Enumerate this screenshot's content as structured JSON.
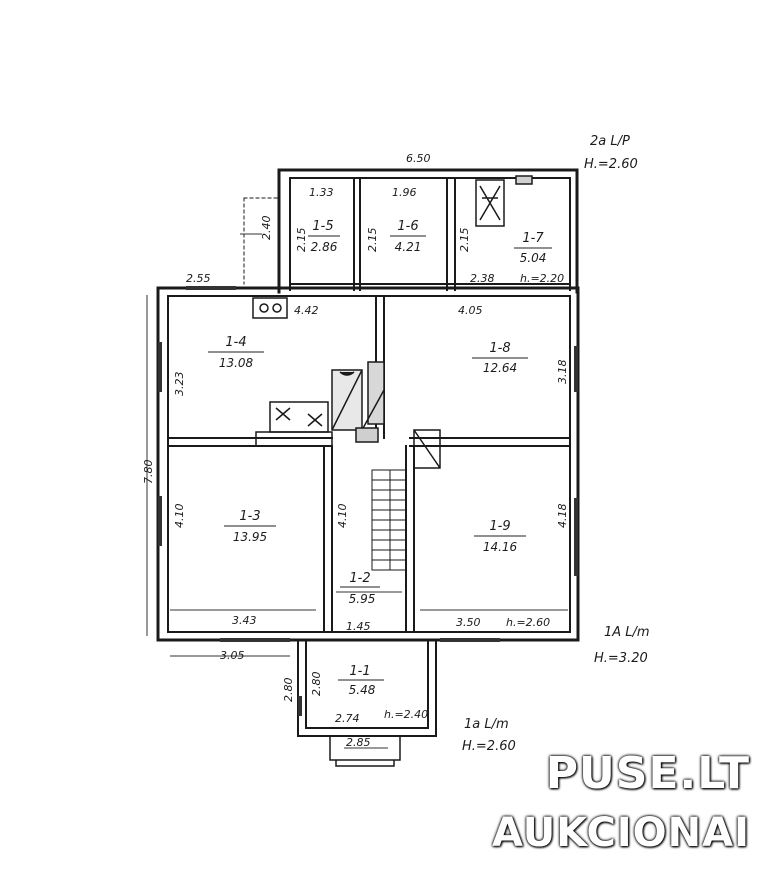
{
  "watermark": {
    "line1": "PUSE.LT",
    "line2": "AUKCIONAI"
  },
  "floor_notes": {
    "upper_code": "2a L/P",
    "upper_height": "H.=2.60",
    "ground_code": "1A L/m",
    "ground_height": "H.=3.20",
    "porch_code": "1a L/m",
    "porch_height": "H.=2.60"
  },
  "rooms": [
    {
      "id": "1-5",
      "area": "2.86"
    },
    {
      "id": "1-6",
      "area": "4.21"
    },
    {
      "id": "1-7",
      "area": "5.04"
    },
    {
      "id": "1-4",
      "area": "13.08"
    },
    {
      "id": "1-8",
      "area": "12.64"
    },
    {
      "id": "1-3",
      "area": "13.95"
    },
    {
      "id": "1-2",
      "area": "5.95"
    },
    {
      "id": "1-9",
      "area": "14.16"
    },
    {
      "id": "1-1",
      "area": "5.48"
    }
  ],
  "dimensions": {
    "top_overall": "6.50",
    "r15_width": "1.33",
    "r16_width": "1.96",
    "r15_height": "2.15",
    "r16_height": "2.15",
    "r16_height_right": "2.15",
    "side_extension": "2.40",
    "r17_width": "2.38",
    "r17_ceiling": "h.=2.20",
    "left_offset": "2.55",
    "r14_width": "4.42",
    "r18_width": "4.05",
    "r14_height": "3.23",
    "r18_height": "3.18",
    "left_overall": "7.80",
    "r13_height": "4.10",
    "r12_height": "4.10",
    "r19_height": "4.18",
    "r13_width": "3.43",
    "r12_width": "1.45",
    "r19_width": "3.50",
    "r19_ceiling": "h.=2.60",
    "bottom_left": "3.05",
    "porch_height": "2.80",
    "porch_height_inner": "2.80",
    "porch_width": "2.74",
    "porch_ceiling": "h.=2.40",
    "steps_width": "2.85"
  }
}
